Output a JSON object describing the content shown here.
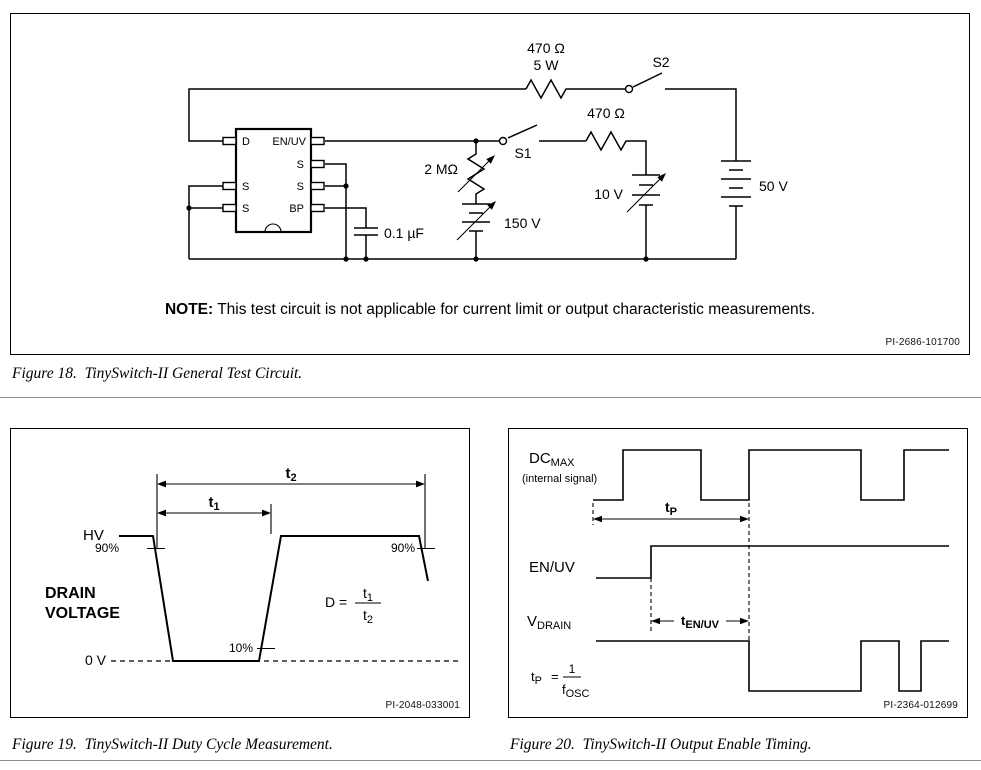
{
  "page": {
    "fig18_caption": "Figure 18.  TinySwitch-II General Test Circuit.",
    "fig19_caption": "Figure 19.  TinySwitch-II Duty Cycle Measurement.",
    "fig20_caption": "Figure 20.  TinySwitch-II Output Enable Timing."
  },
  "fig18": {
    "note_label": "NOTE:",
    "note_text": "This test circuit is not applicable for current limit or output characteristic measurements.",
    "part_id": "PI-2686-101700",
    "r_top": "470 Ω",
    "r_top_w": "5 W",
    "s2": "S2",
    "s1": "S1",
    "r_en": "470 Ω",
    "r_line": "2 MΩ",
    "cap": "0.1 µF",
    "v_line": "150 V",
    "v_en": "10 V",
    "v_drain": "50 V",
    "pin_d": "D",
    "pin_enuv": "EN/UV",
    "pin_s": "S",
    "pin_bp": "BP"
  },
  "fig19": {
    "part_id": "PI-2048-033001",
    "hv": "HV",
    "p90l": "90%",
    "p90r": "90%",
    "p10": "10%",
    "zero": "0 V",
    "drain_line1": "DRAIN",
    "drain_line2": "VOLTAGE",
    "t1_base": "t",
    "t1_sub": "1",
    "t2_base": "t",
    "t2_sub": "2",
    "d_eq": "D =",
    "frac_num_base": "t",
    "frac_num_sub": "1",
    "frac_den_base": "t",
    "frac_den_sub": "2"
  },
  "fig20": {
    "part_id": "PI-2364-012699",
    "dc_base": "DC",
    "dc_sub": "MAX",
    "internal": "(internal signal)",
    "tp_base": "t",
    "tp_sub": "P",
    "enuv": "EN/UV",
    "v_base": "V",
    "v_sub": "DRAIN",
    "ten_base": "t",
    "ten_sub": "EN/UV",
    "f_lhs_base": "t",
    "f_lhs_sub": "P",
    "f_eq": "=",
    "f_num": "1",
    "f_den_base": "f",
    "f_den_sub": "OSC"
  }
}
